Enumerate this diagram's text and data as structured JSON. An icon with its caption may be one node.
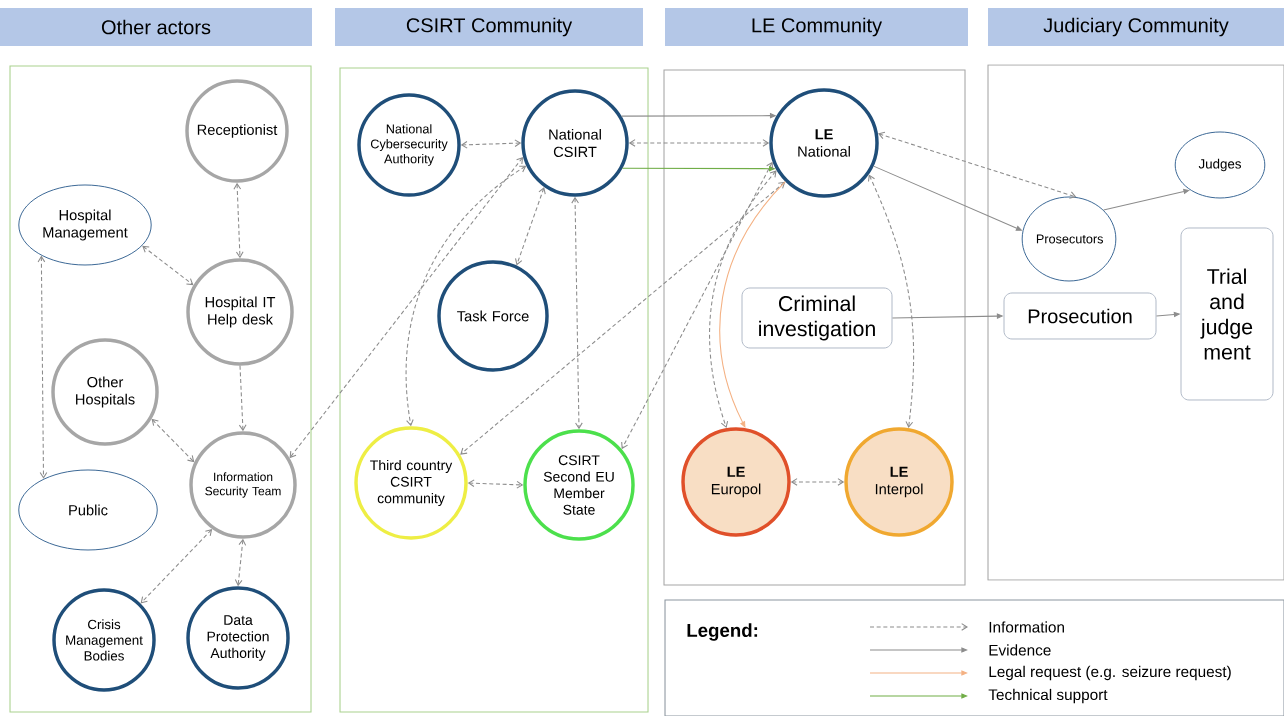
{
  "diagram": {
    "nodes": [
      {
        "text": [
          "Other actors"
        ]
      },
      {
        "text": [
          "CSIRT Community"
        ]
      },
      {
        "text": [
          "LE Community"
        ]
      },
      {
        "text": [
          "Judiciary  Community"
        ]
      },
      {
        "text": [
          "Receptionist"
        ],
        "in": 0
      },
      {
        "text": [
          "Hospital Management"
        ],
        "in": 0
      },
      {
        "text": [
          "Hospital IT Help desk"
        ],
        "in": 0
      },
      {
        "text": [
          "Other Hospitals"
        ],
        "in": 0
      },
      {
        "text": [
          "Information Security Team"
        ],
        "in": 0
      },
      {
        "text": [
          "Public"
        ],
        "in": 0
      },
      {
        "text": [
          "Crisis Management Bodies"
        ],
        "in": 0
      },
      {
        "text": [
          "Data Protection Authority"
        ],
        "in": 0
      },
      {
        "text": [
          "National Cybersecurity Authority"
        ],
        "in": 1
      },
      {
        "text": [
          "National CSIRT"
        ],
        "in": 1
      },
      {
        "text": [
          "Task Force"
        ],
        "in": 1
      },
      {
        "text": [
          "Third country CSIRT community"
        ],
        "in": 1
      },
      {
        "text": [
          "CSIRT Second EU Member State"
        ],
        "in": 1
      },
      {
        "text": [
          "LE",
          "National"
        ],
        "in": 2
      },
      {
        "text": [
          "Criminal investigation"
        ],
        "in": 2
      },
      {
        "text": [
          "LE",
          "Europol"
        ],
        "in": 2
      },
      {
        "text": [
          "LE",
          "Interpol"
        ],
        "in": 2
      },
      {
        "text": [
          "Judges"
        ],
        "in": 3
      },
      {
        "text": [
          "Prosecutors"
        ],
        "in": 3
      },
      {
        "text": [
          "Prosecution"
        ],
        "in": 3
      },
      {
        "text": [
          "Trial and judge ment"
        ],
        "in": 3
      }
    ],
    "edges": [
      {
        "from": 4,
        "to": 6,
        "arrow": "both",
        "style": "dashed"
      },
      {
        "from": 5,
        "to": 6,
        "arrow": "both",
        "style": "dashed"
      },
      {
        "from": 6,
        "to": 8,
        "arrow": "to",
        "style": "dashed"
      },
      {
        "from": 7,
        "to": 8,
        "arrow": "both",
        "style": "dashed"
      },
      {
        "from": 5,
        "to": 9,
        "arrow": "both",
        "style": "dashed"
      },
      {
        "from": 8,
        "to": 10,
        "arrow": "both",
        "style": "dashed"
      },
      {
        "from": 8,
        "to": 11,
        "arrow": "both",
        "style": "dashed"
      },
      {
        "from": 13,
        "to": 8,
        "arrow": "both",
        "style": "dashed"
      },
      {
        "from": 12,
        "to": 13,
        "arrow": "both",
        "style": "dashed"
      },
      {
        "from": 13,
        "to": 14,
        "arrow": "both",
        "style": "dashed"
      },
      {
        "from": 13,
        "to": 15,
        "arrow": "both",
        "style": "dashed"
      },
      {
        "from": 13,
        "to": 16,
        "arrow": "both",
        "style": "dashed"
      },
      {
        "from": 15,
        "to": 16,
        "arrow": "both",
        "style": "dashed"
      },
      {
        "from": 13,
        "to": 17,
        "arrow": "to"
      },
      {
        "from": 13,
        "to": 17,
        "arrow": "both",
        "style": "dashed"
      },
      {
        "from": 13,
        "to": 17,
        "arrow": "to",
        "color": "#70ad47"
      },
      {
        "from": 17,
        "to": 15,
        "arrow": "both",
        "style": "dashed"
      },
      {
        "from": 17,
        "to": 16,
        "arrow": "both",
        "style": "dashed"
      },
      {
        "from": 17,
        "to": 19,
        "arrow": "both",
        "style": "dashed"
      },
      {
        "from": 17,
        "to": 19,
        "arrow": "to",
        "color": "#f4b183"
      },
      {
        "from": 17,
        "to": 20,
        "arrow": "both",
        "style": "dashed"
      },
      {
        "from": 19,
        "to": 20,
        "arrow": "both",
        "style": "dashed"
      },
      {
        "from": 17,
        "to": 22,
        "arrow": "both",
        "style": "dashed"
      },
      {
        "from": 17,
        "to": 22,
        "arrow": "to"
      },
      {
        "from": 22,
        "to": 21,
        "arrow": "to"
      },
      {
        "from": 18,
        "to": 23,
        "arrow": "to"
      },
      {
        "from": 23,
        "to": 24,
        "arrow": "to"
      }
    ],
    "labels": [
      "Legend:"
    ],
    "legend": [
      {
        "text": "Information"
      },
      {
        "text": "Evidence"
      },
      {
        "text": "Legal request (e.g. seizure request)"
      },
      {
        "text": "Technical support"
      }
    ]
  }
}
